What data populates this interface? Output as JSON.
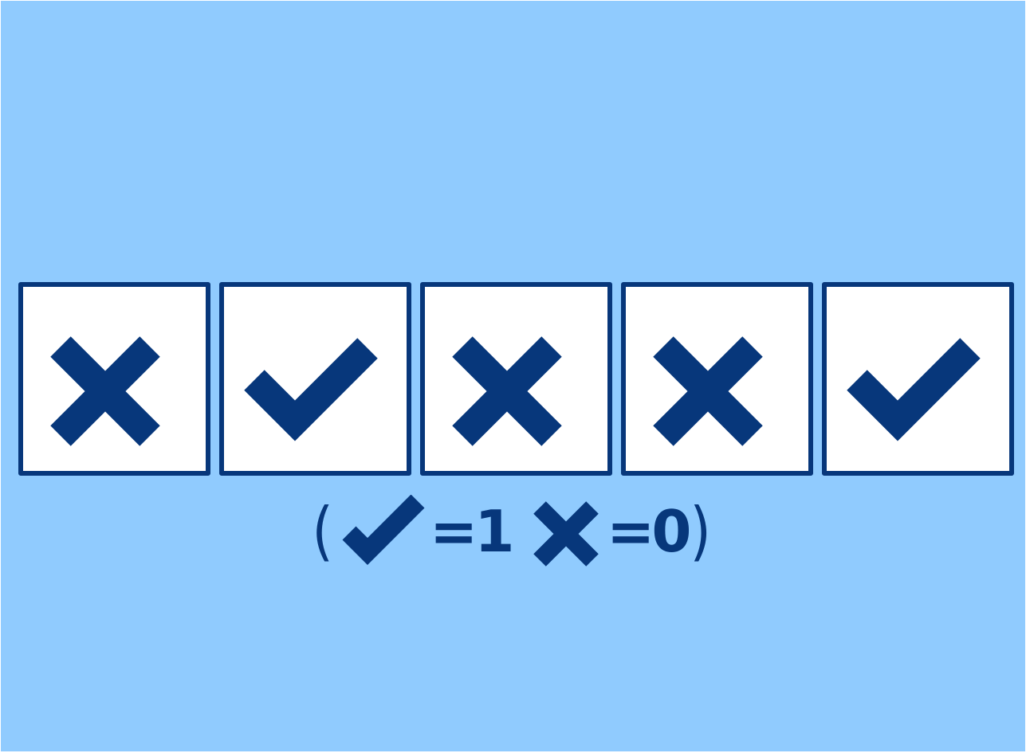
{
  "colors": {
    "background": "#90cbfe",
    "box_fill": "#ffffff",
    "mark": "#07377b"
  },
  "boxes": [
    {
      "mark": "cross-icon",
      "value": 0
    },
    {
      "mark": "check-icon",
      "value": 1
    },
    {
      "mark": "cross-icon",
      "value": 0
    },
    {
      "mark": "cross-icon",
      "value": 0
    },
    {
      "mark": "check-icon",
      "value": 1
    }
  ],
  "legend": {
    "open_paren": "(",
    "check_equals": "=1",
    "cross_equals": "=0",
    "close_paren": ")"
  }
}
